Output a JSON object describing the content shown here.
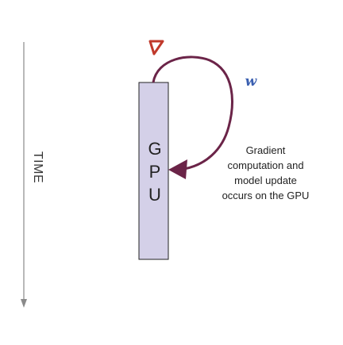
{
  "time_axis": {
    "label": "TIME"
  },
  "gpu_box": {
    "letters": [
      "G",
      "P",
      "U"
    ]
  },
  "symbols": {
    "gradient": "∇",
    "weights": "w"
  },
  "note": {
    "lines": [
      "Gradient",
      "computation and",
      "model update",
      "occurs on the GPU"
    ]
  },
  "colors": {
    "axis": "#8a8a8a",
    "gpu_fill": "#d4d0e8",
    "gpu_stroke": "#222222",
    "loop_arrow": "#6b2448",
    "gradient_symbol": "#c0392b",
    "weights_symbol": "#3a5fb0"
  }
}
